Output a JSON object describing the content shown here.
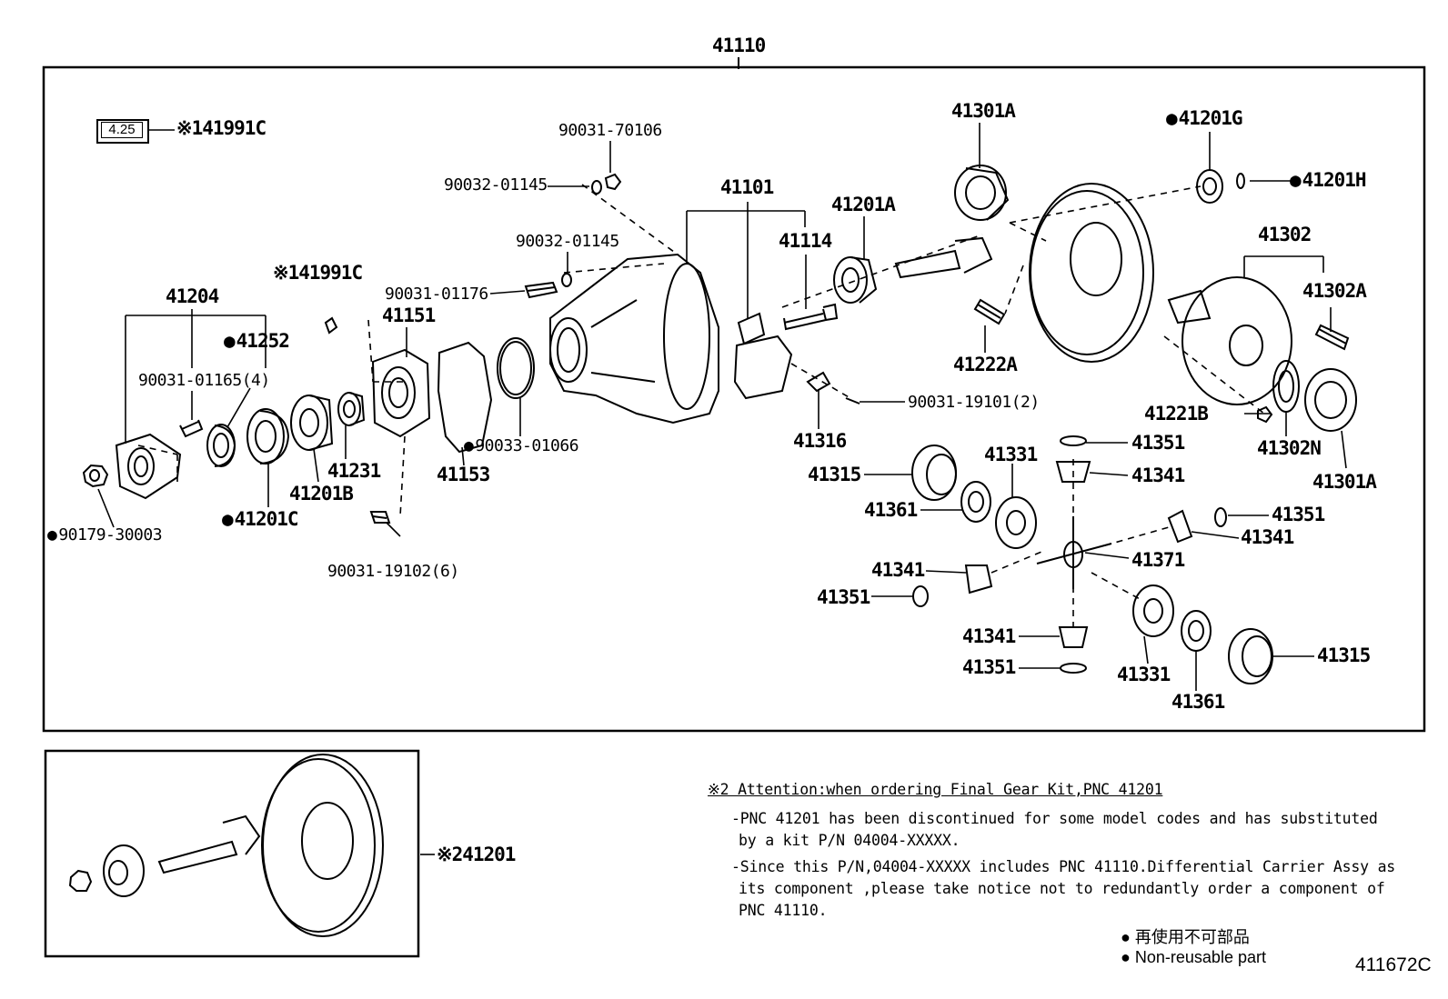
{
  "assembly_label": "41110",
  "diagram_code": "411672C",
  "torque_box": "4.25",
  "labels": {
    "p41991C_top": "※141991C",
    "p41991C_mid": "※141991C",
    "p90031_70106": "90031-70106",
    "p90032_01145_a": "90032-01145",
    "p90032_01145_b": "90032-01145",
    "p90031_01176": "90031-01176",
    "p41101": "41101",
    "p41114": "41114",
    "p41201A": "41201A",
    "p41301A_top": "41301A",
    "p41201G": "41201G",
    "p41201H": "41201H",
    "p41302": "41302",
    "p41302A": "41302A",
    "p41222A": "41222A",
    "p41204": "41204",
    "p41252": "41252",
    "p90031_01165": "90031-01165(4)",
    "p41151": "41151",
    "p41231": "41231",
    "p41201B": "41201B",
    "p41201C": "41201C",
    "p90179_30003": "90179-30003",
    "p41153": "41153",
    "p90033_01066": "90033-01066",
    "p90031_19102": "90031-19102(6)",
    "p90031_19101": "90031-19101(2)",
    "p41316": "41316",
    "p41221B": "41221B",
    "p41302N": "41302N",
    "p41301A_bot": "41301A",
    "p41315_a": "41315",
    "p41361_a": "41361",
    "p41331_a": "41331",
    "p41351_a": "41351",
    "p41341_a": "41341",
    "p41351_b": "41351",
    "p41341_b": "41341",
    "p41371": "41371",
    "p41341_c": "41341",
    "p41351_c": "41351",
    "p41341_d": "41341",
    "p41351_d": "41351",
    "p41331_b": "41331",
    "p41361_b": "41361",
    "p41315_b": "41315",
    "p41201_kit": "※241201"
  },
  "note": {
    "title": "※2 Attention:when ordering Final Gear Kit,PNC 41201",
    "line1": "-PNC 41201 has been discontinued for some model codes and has substituted",
    "line2": "by a kit P/N 04004-XXXXX.",
    "line3": "-Since this P/N,04004-XXXXX includes PNC 41110.Differential Carrier Assy as",
    "line4": "its component ,please take notice not to redundantly order a component of",
    "line5": "PNC 41110."
  },
  "legend": {
    "jp": "再使用不可部品",
    "en": "Non-reusable part"
  }
}
